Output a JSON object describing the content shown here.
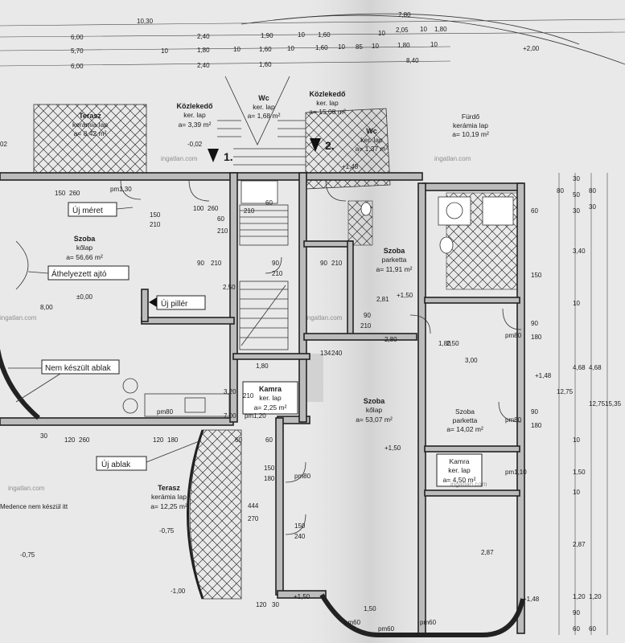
{
  "rooms": {
    "terasz_top": {
      "name": "Terasz",
      "material": "kerámia lap",
      "area": "a= 8,42 m²"
    },
    "kozlekedo_1": {
      "name": "Közlekedő",
      "material": "ker. lap",
      "area": "a= 3,39 m²"
    },
    "wc_1": {
      "name": "Wc",
      "material": "ker. lap",
      "area": "a= 1,68 m²"
    },
    "kozlekedo_2": {
      "name": "Közlekedő",
      "material": "ker. lap",
      "area": "a= 15,08 m²"
    },
    "wc_2": {
      "name": "Wc",
      "material": "ker. lap",
      "area": "a= 1,37 m²"
    },
    "furdo": {
      "name": "Fürdő",
      "material": "kerámia lap",
      "area": "a= 10,19 m²"
    },
    "szoba_left": {
      "name": "Szoba",
      "material": "kőlap",
      "area": "a= 56,66 m²"
    },
    "szoba_mid": {
      "name": "Szoba",
      "material": "parketta",
      "area": "a= 11,91 m²"
    },
    "szoba_big": {
      "name": "Szoba",
      "material": "kőlap",
      "area": "a= 53,07 m²"
    },
    "szoba_right": {
      "name": "Szoba",
      "material": "parketta",
      "area": "a= 14,02 m²"
    },
    "kamra_mid": {
      "name": "Kamra",
      "material": "ker. lap",
      "area": "a= 2,25 m²"
    },
    "kamra_right": {
      "name": "Kamra",
      "material": "ker. lap",
      "area": "a= 4,50 m²"
    },
    "terasz_bottom": {
      "name": "Terasz",
      "material": "kerámia lap",
      "area": "a= 12,25 m²"
    }
  },
  "callouts": {
    "uj_meret": "Új méret",
    "athelyezett_ajto": "Áthelyezett ajtó",
    "uj_piller": "Új pillér",
    "nem_keszult_ablak": "Nem készült ablak",
    "uj_ablak": "Új ablak",
    "medence": "Medence nem készül itt"
  },
  "markers": {
    "arrow_1": "1.",
    "arrow_2": "2."
  },
  "levels": {
    "l_m002": "-0,02",
    "l_000": "±0,00",
    "l_p150_a": "+1,50",
    "l_p150_b": "+1,50",
    "l_p150_c": "+1,50",
    "l_p148_a": "+1,48",
    "l_p148_b": "+1,48",
    "l_p148_c": "+1,48",
    "l_m075_a": "-0,75",
    "l_m075_b": "-0,75",
    "l_m100": "-1,00",
    "l_p200": "+2,00",
    "l_02": "02"
  },
  "dims_top": {
    "r1": [
      "10,30",
      "7,80"
    ],
    "r2": [
      "6,00",
      "2,40",
      "1,90",
      "10",
      "1,60",
      "10",
      "2,05",
      "10",
      "1,80"
    ],
    "r3": [
      "5,70",
      "10",
      "1,80",
      "10",
      "1,60",
      "10",
      "1,60",
      "10",
      "85",
      "10",
      "1,80",
      "10"
    ],
    "r4": [
      "6,00",
      "2,40",
      "1,60",
      "8,40"
    ]
  },
  "dims_right": {
    "col1": [
      "80",
      "30",
      "50",
      "30",
      "3,40",
      "10",
      "4,68",
      "10",
      "1,50",
      "10",
      "2,87",
      "1,20",
      "90",
      "60"
    ],
    "col2": [
      "12,75"
    ],
    "col3": [
      "80",
      "30",
      "4,68",
      "12,75",
      "1,20",
      "60"
    ],
    "col4": [
      "15,35"
    ]
  },
  "door_labels": {
    "d1": "pm1,30",
    "d2": "150",
    "d3": "260",
    "d4": "150",
    "d5": "210",
    "d6": "100",
    "d7": "260",
    "d8": "60",
    "d9": "210",
    "d10": "90",
    "d11": "210",
    "d12": "90",
    "d13": "210",
    "d14": "90",
    "d15": "210",
    "d16": "2,81",
    "d17": "2,50",
    "d18": "134",
    "d19": "240",
    "d20": "1,80",
    "d21": "2,80",
    "d22": "1,80",
    "d23": "3,20",
    "d24": "210",
    "d25": "pm80",
    "d26": "pm1,20",
    "d27": "120",
    "d28": "260",
    "d29": "120",
    "d30": "180",
    "d31": "60",
    "d32": "60",
    "d33": "150",
    "d34": "180",
    "d35": "444",
    "d36": "270",
    "d37": "150",
    "d38": "240",
    "d39": "pm80",
    "d40": "pm80",
    "d41": "90",
    "d42": "180",
    "d43": "90",
    "d44": "180",
    "d45": "3,00",
    "d46": "60",
    "d47": "150",
    "d48": "pm60",
    "d49": "pm60",
    "d50": "pm60",
    "d51": "1,50",
    "d52": "2,87",
    "d53": "120",
    "d54": "30",
    "d55": "60",
    "d56": "210",
    "d57": "90",
    "d58": "210",
    "d59": "2,50",
    "d60": "7,00",
    "d61": "8,00",
    "d62": "30",
    "d63": "pm80",
    "d64": "pm1,10"
  },
  "watermarks": [
    "ingatlan.com",
    "ingatlan.com",
    "ingatlan.com",
    "ingatlan.com",
    "ingatlan.com",
    "ingatlan.com"
  ],
  "colors": {
    "paper": "#e9e9e9",
    "wall": "#bcbcbc",
    "ink": "#1b1b1b",
    "shade": "#d2d2d2"
  }
}
